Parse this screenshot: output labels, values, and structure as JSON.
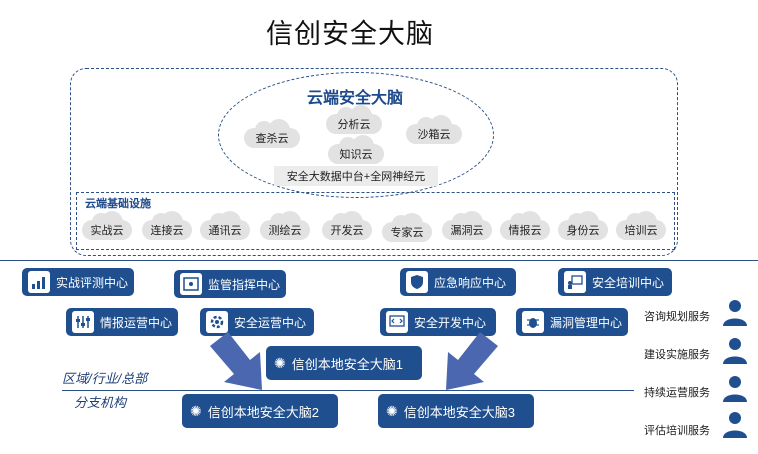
{
  "title": "信创安全大脑",
  "cloud_brain": {
    "title": "云端安全大脑",
    "clouds": [
      "查杀云",
      "分析云",
      "沙箱云",
      "知识云"
    ],
    "platform": "安全大数据中台+全网神经元"
  },
  "infrastructure": {
    "title": "云端基础设施",
    "clouds": [
      "实战云",
      "连接云",
      "通讯云",
      "测绘云",
      "开发云",
      "专家云",
      "漏洞云",
      "情报云",
      "身份云",
      "培训云"
    ]
  },
  "centers": {
    "row1": [
      "实战评测中心",
      "监管指挥中心",
      "应急响应中心",
      "安全培训中心"
    ],
    "row2": [
      "情报运营中心",
      "安全运营中心",
      "安全开发中心",
      "漏洞管理中心"
    ]
  },
  "local_brains": [
    "信创本地安全大脑1",
    "信创本地安全大脑2",
    "信创本地安全大脑3"
  ],
  "region": {
    "line1": "区域/行业/总部",
    "line2": "分支机构"
  },
  "services": [
    "咨询规划服务",
    "建设实施服务",
    "持续运营服务",
    "评估培训服务"
  ],
  "colors": {
    "primary": "#1f4f8f",
    "arrow": "#4a67b0",
    "dashed": "#2c4f86"
  }
}
